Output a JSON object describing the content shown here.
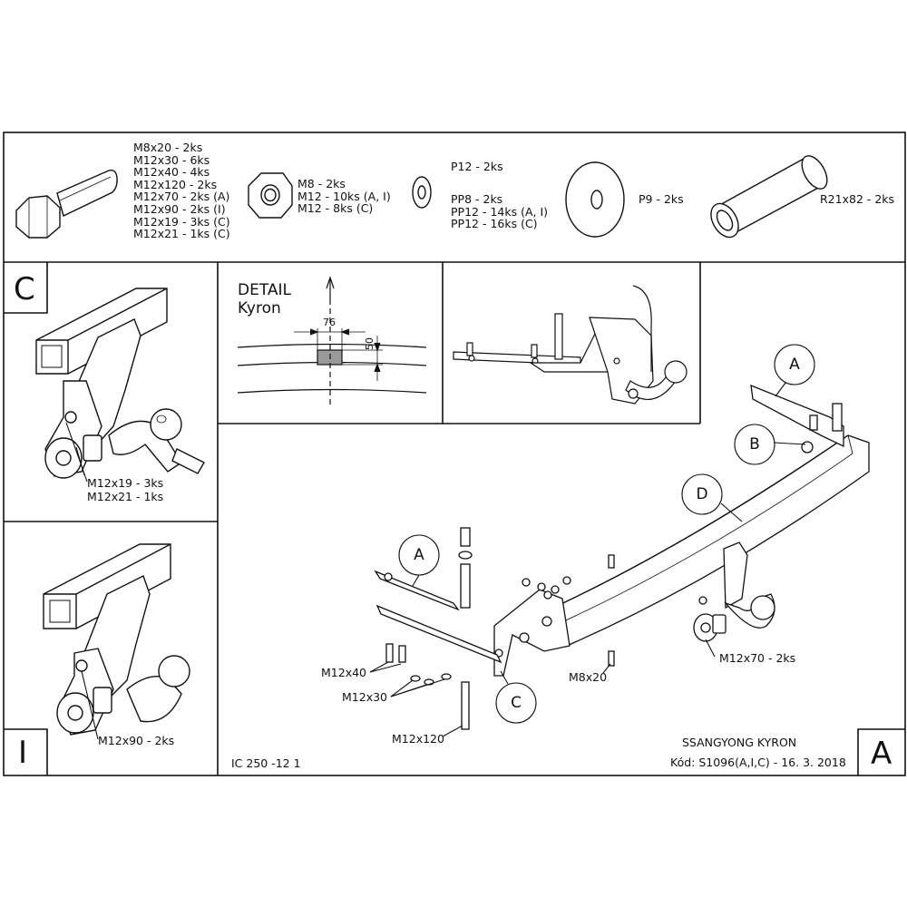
{
  "hardware": {
    "bolts": [
      "M8x20 - 2ks",
      "M12x30 - 6ks",
      "M12x40 - 4ks",
      "M12x120 - 2ks",
      "M12x70 - 2ks (A)",
      "M12x90 - 2ks (I)",
      "M12x19 - 3ks (C)",
      "M12x21 - 1ks (C)"
    ],
    "nuts": [
      "M8 - 2ks",
      "M12 - 10ks (A, I)",
      "M12 - 8ks (C)"
    ],
    "washer_small": "P12 - 2ks",
    "washers": [
      "PP8 - 2ks",
      "PP12 - 14ks (A, I)",
      "PP12 - 16ks (C)"
    ],
    "washer_large": "P9 - 2ks",
    "tube": "R21x82 - 2ks"
  },
  "panel_c": {
    "letter": "C",
    "labels": [
      "M12x19 - 3ks",
      "M12x21 - 1ks"
    ]
  },
  "panel_i": {
    "letter": "I",
    "label": "M12x90 - 2ks"
  },
  "detail": {
    "title": "DETAIL",
    "subtitle": "Kyron",
    "dim_width": "76",
    "dim_height": "50"
  },
  "main": {
    "letter": "A",
    "callouts": {
      "a_top": "A",
      "b": "B",
      "d": "D",
      "a_left": "A",
      "c": "C"
    },
    "labels": {
      "m12x40": "M12x40",
      "m12x30": "M12x30",
      "m12x120": "M12x120",
      "m8x20": "M8x20",
      "m12x70": "M12x70 - 2ks"
    }
  },
  "footer": {
    "drawing_number": "IC 250 -12 1",
    "vehicle": "SSANGYONG KYRON",
    "code": "Kód: S1096(A,I,C) - 16. 3. 2018"
  }
}
